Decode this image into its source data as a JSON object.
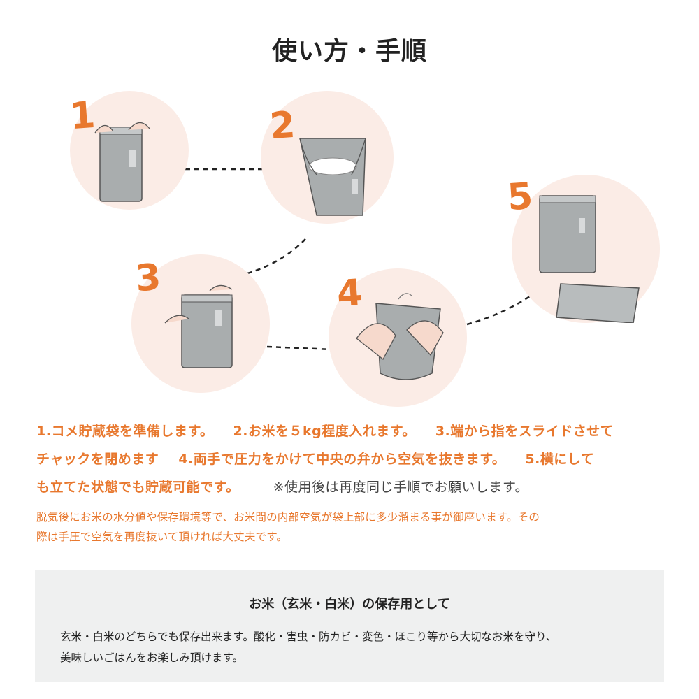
{
  "page": {
    "title": "使い方・手順",
    "accent": "#e8782e",
    "circle_bg": "#fbece6"
  },
  "steps": [
    {
      "number": "1",
      "illustration": "hands-opening-bag-icon"
    },
    {
      "number": "2",
      "illustration": "rice-filled-bag-icon"
    },
    {
      "number": "3",
      "illustration": "sliding-zipper-bag-icon"
    },
    {
      "number": "4",
      "illustration": "hands-pressing-bag-icon"
    },
    {
      "number": "5",
      "illustration": "standing-and-flat-bag-icon"
    }
  ],
  "instructions": {
    "step1": "1.コメ貯蔵袋を準備します。",
    "step2": "2.お米を５kg程度入れます。",
    "step3a": "3.端から指をスライドさせて",
    "step3b": "チャックを閉めます",
    "step4": "4.両手で圧力をかけて中央の弁から空気を抜きます。",
    "step5a": "5.横にして",
    "step5b": "も立てた状態でも貯蔵可能です。",
    "reuse_note": "※使用後は再度同じ手順でお願いします。"
  },
  "notice": {
    "line1": "脱気後にお米の水分値や保存環境等で、お米間の内部空気が袋上部に多少溜まる事が御座います。その",
    "line2": "際は手圧で空気を再度抜いて頂ければ大丈夫です。"
  },
  "info_box": {
    "title": "お米（玄米・白米）の保存用として",
    "body_line1": "玄米・白米のどちらでも保存出来ます。酸化・害虫・防カビ・変色・ほこり等から大切なお米を守り、",
    "body_line2": "美味しいごはんをお楽しみ頂けます。"
  }
}
